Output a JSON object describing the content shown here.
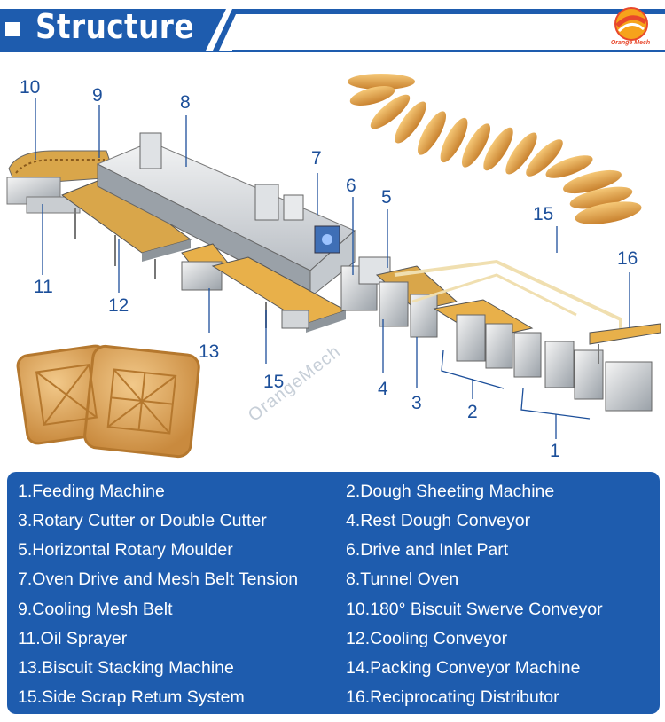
{
  "header": {
    "title": "Structure",
    "logo_text": "Orange Mech",
    "colors": {
      "banner": "#1e5cae",
      "accent": "#e8482c"
    }
  },
  "diagram": {
    "watermark": "OrangeMech",
    "callouts": [
      "1",
      "2",
      "3",
      "4",
      "5",
      "6",
      "7",
      "8",
      "9",
      "10",
      "11",
      "12",
      "13",
      "15",
      "15",
      "16"
    ]
  },
  "legend": {
    "items": [
      "1.Feeding Machine",
      "2.Dough Sheeting Machine",
      "3.Rotary Cutter or Double Cutter",
      "4.Rest Dough Conveyor",
      "5.Horizontal Rotary Moulder",
      "6.Drive and Inlet Part",
      "7.Oven Drive and Mesh Belt Tension",
      "8.Tunnel Oven",
      "9.Cooling Mesh Belt",
      "10.180° Biscuit Swerve Conveyor",
      "11.Oil Sprayer",
      "12.Cooling Conveyor",
      "13.Biscuit Stacking Machine",
      "14.Packing Conveyor Machine",
      "15.Side Scrap Retum System",
      "16.Reciprocating Distributor"
    ]
  }
}
